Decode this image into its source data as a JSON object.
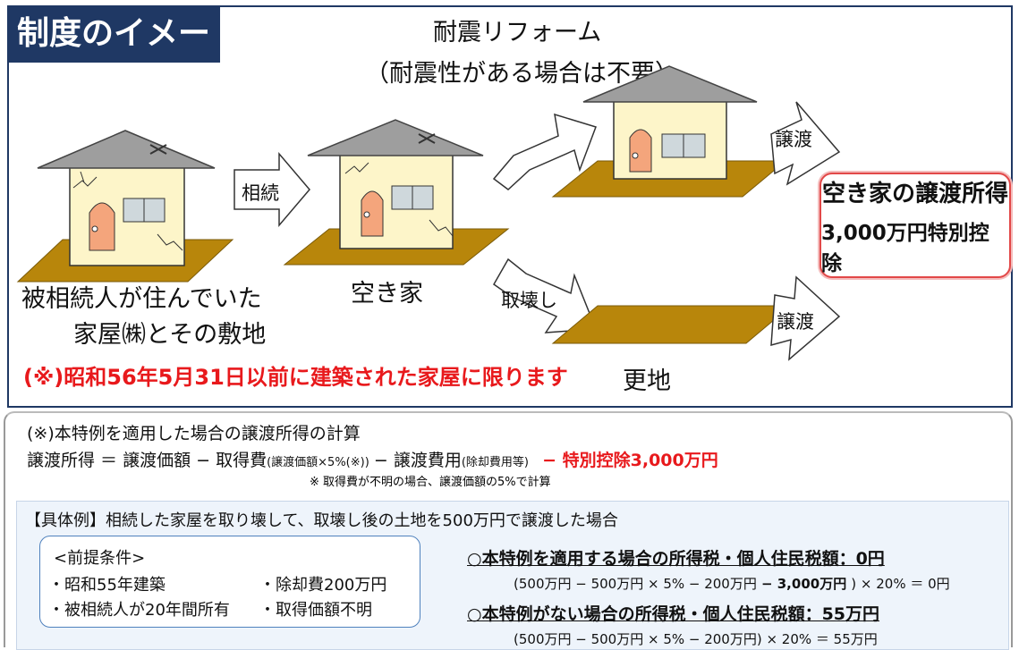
{
  "title": "制度のイメージ",
  "reform": {
    "line1": "耐震リフォーム",
    "line2": "（耐震性がある場合は不要）"
  },
  "house1_caption": {
    "line1": "被相続人が住んでいた",
    "line2": "家屋㈱とその敷地"
  },
  "house2_caption": "空き家",
  "vacant_lot_caption": "更地",
  "arrows": {
    "inherit": "相続",
    "transfer_top": "譲渡",
    "demolish": "取壊し",
    "transfer_bottom": "譲渡"
  },
  "result": {
    "line1": "空き家の譲渡所得",
    "line2": "3,000万円特別控除"
  },
  "note_red": "(※)昭和56年5月31日以前に建築された家屋に限ります",
  "calc": {
    "heading": "(※)本特例を適用した場合の譲渡所得の計算",
    "f_a": "譲渡所得 ＝ 譲渡価額 − 取得費",
    "f_a_small": "(譲渡価額×5%(※))",
    "f_b": "− 譲渡費用",
    "f_b_small": "(除却費用等)",
    "f_c": "− 特別控除3,000万円",
    "footnote": "※ 取得費が不明の場合、譲渡価額の5%で計算"
  },
  "example": {
    "title": "【具体例】相続した家屋を取り壊して、取壊し後の土地を500万円で譲渡した場合",
    "cond_heading": "<前提条件>",
    "cond_1": "・昭和55年建築",
    "cond_2": "・被相続人が20年間所有",
    "cond_3": "・除却費200万円",
    "cond_4": "・取得価額不明",
    "case1_heading": "○本特例を適用する場合の所得税・個人住民税額：0円",
    "case1_formula_a": "(500万円 − 500万円 × 5% − 200万円",
    "case1_formula_b": "− 3,000万円",
    "case1_formula_c": ") × 20% ＝ 0円",
    "case2_heading": "○本特例がない場合の所得税・個人住民税額：55万円",
    "case2_formula": "(500万円 − 500万円 × 5% − 200万円) × 20% ＝ 55万円"
  },
  "colors": {
    "navy": "#1f3864",
    "red": "#e8191c",
    "ground": "#b8860b",
    "wall": "#fdf5c9",
    "roof": "#9e9e9e"
  }
}
